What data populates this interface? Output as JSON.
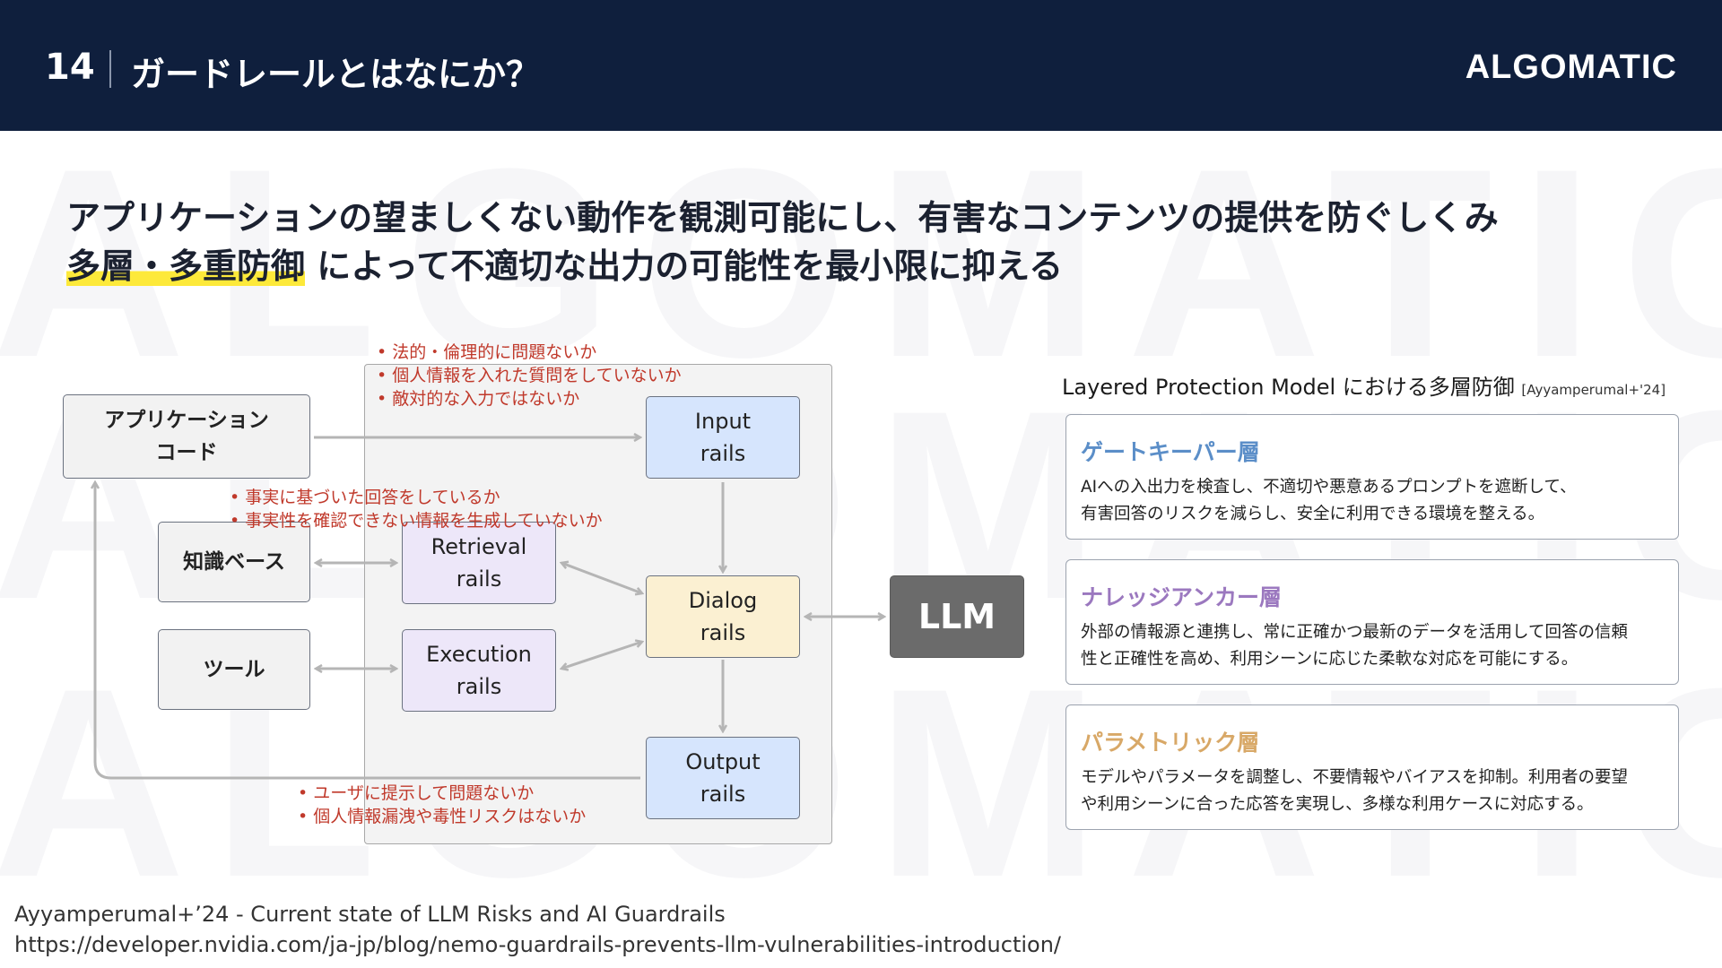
{
  "header": {
    "page_number": "14",
    "title": "ガードレールとはなにか？",
    "brand": "ALGOMATIC"
  },
  "watermark_text": "ALGOMATIC",
  "headline": {
    "line1": "アプリケーションの望ましくない動作を観測可能にし、有害なコンテンツの提供を防ぐしくみ",
    "line2_highlight": "多層・多重防御",
    "line2_rest": "によって不適切な出力の可能性を最小限に抑える"
  },
  "diagram": {
    "nodes": {
      "app_code": "アプリケーション\nコード",
      "knowledge_base": "知識ベース",
      "tool": "ツール",
      "input_rails": "Input\nrails",
      "retrieval_rails": "Retrieval\nrails",
      "execution_rails": "Execution\nrails",
      "dialog_rails": "Dialog\nrails",
      "output_rails": "Output\nrails",
      "llm": "LLM"
    },
    "input_notes": [
      "法的・倫理的に問題ないか",
      "個人情報を入れた質問をしていないか",
      "敵対的な入力ではないか"
    ],
    "retrieval_notes": [
      "事実に基づいた回答をしているか",
      "事実性を確認できない情報を生成していないか"
    ],
    "output_notes": [
      "ユーザに提示して問題ないか",
      "個人情報漏洩や毒性リスクはないか"
    ],
    "colors": {
      "arrow": "#b5b5b5",
      "note": "#c0392b"
    }
  },
  "right_panel": {
    "title": "Layered Protection Model における多層防御",
    "citation": "[Ayyamperumal+'24]",
    "cards": [
      {
        "title": "ゲートキーパー層",
        "line1": "AIへの入出力を検査し、不適切や悪意あるプロンプトを遮断して、",
        "line2": "有害回答のリスクを減らし、安全に利用できる環境を整える。",
        "color": "#5b8ec8"
      },
      {
        "title": "ナレッジアンカー層",
        "line1": "外部の情報源と連携し、常に正確かつ最新のデータを活用して回答の信頼",
        "line2": "性と正確性を高め、利用シーンに応じた柔軟な対応を可能にする。",
        "color": "#9b78bf"
      },
      {
        "title": "パラメトリック層",
        "line1": "モデルやパラメータを調整し、不要情報やバイアスを抑制。利用者の要望",
        "line2": "や利用シーンに合った応答を実現し、多様な利用ケースに対応する。",
        "color": "#d8a867"
      }
    ]
  },
  "footer": {
    "reference": "Ayyamperumal+’24 - Current state of LLM Risks and AI Guardrails",
    "url": "https://developer.nvidia.com/ja-jp/blog/nemo-guardrails-prevents-llm-vulnerabilities-introduction/"
  }
}
